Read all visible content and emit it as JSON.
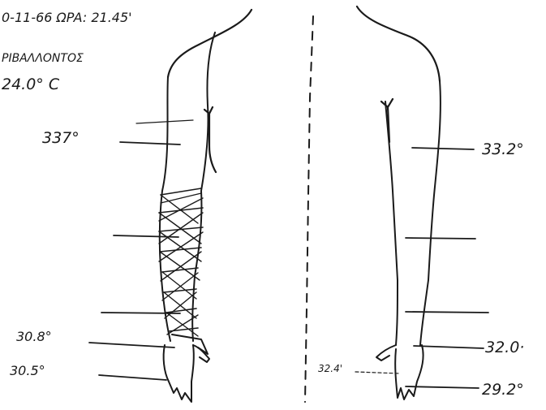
{
  "header": {
    "date_time": "0-11-66  ΩPA: 21.45'",
    "ambient_label": "PIBAΛΛONTOΣ",
    "ambient_temp": "24.0° C"
  },
  "left_arm": {
    "upper_arm_temp": "337°",
    "wrist_temp": "30.8°",
    "hand_temp": "30.5°"
  },
  "right_arm": {
    "upper_arm_temp": "33.2°",
    "wrist_temp": "32.0·",
    "palm_temp": "32.4'",
    "hand_temp": "29.2°"
  },
  "colors": {
    "ink": "#1a1a1a",
    "paper": "#ffffff"
  }
}
